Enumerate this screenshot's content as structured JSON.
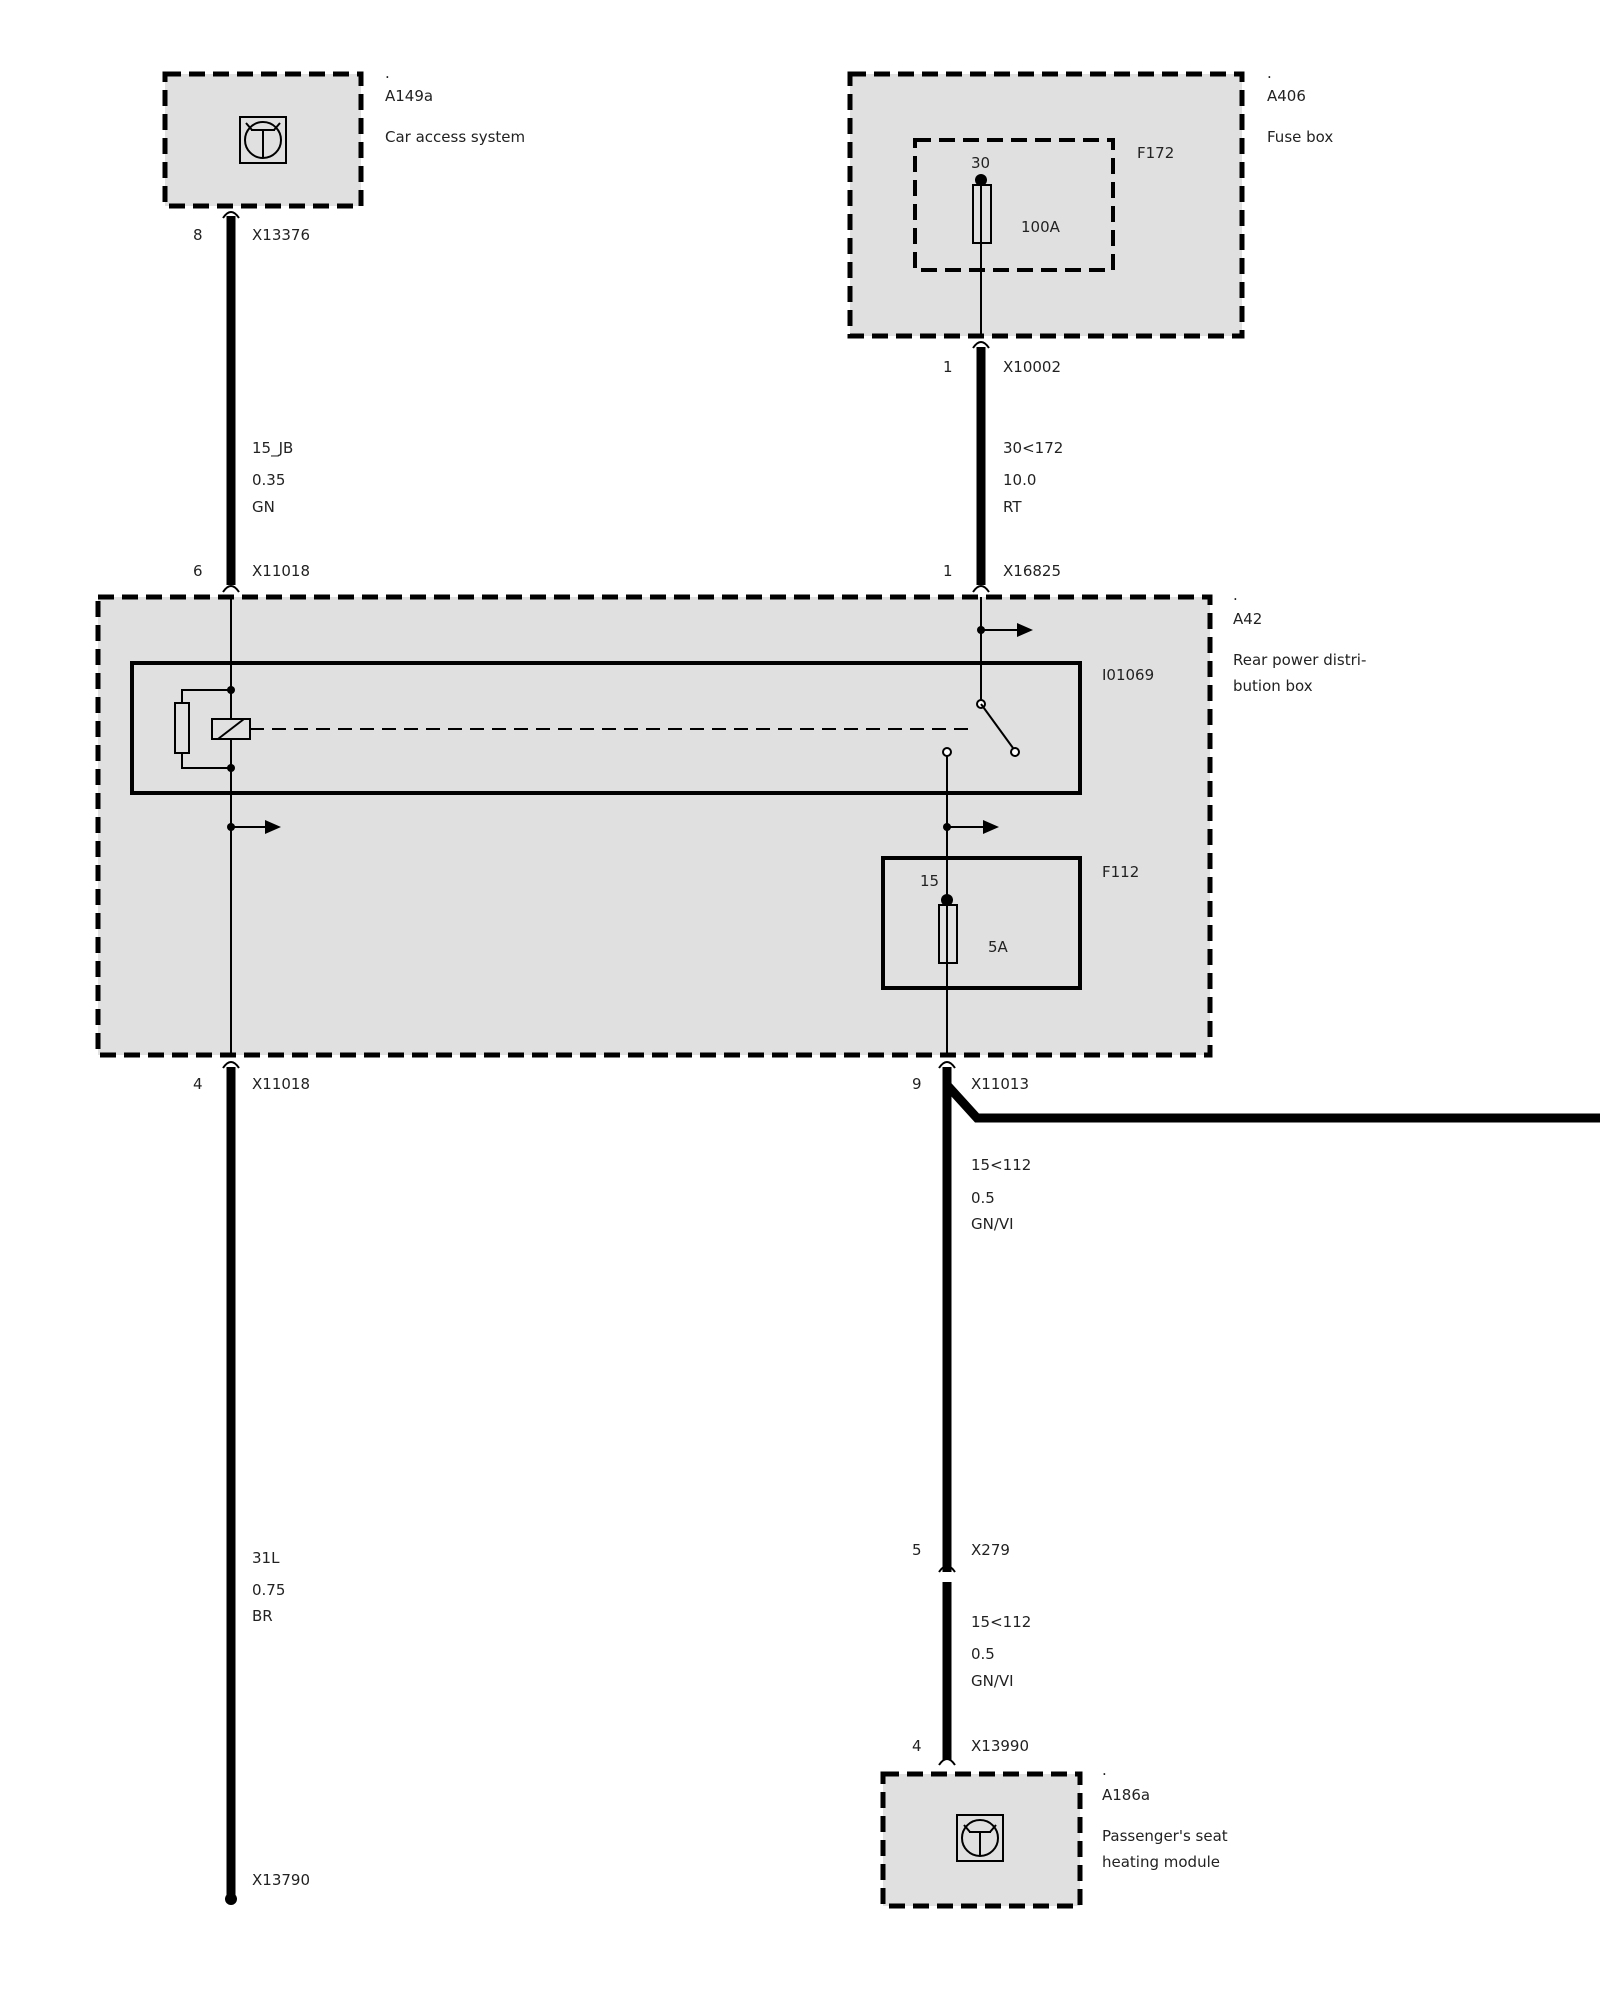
{
  "components": {
    "a149a": {
      "dot": ".",
      "id": "A149a",
      "name": "Car access system"
    },
    "a406": {
      "dot": ".",
      "id": "A406",
      "name": "Fuse box"
    },
    "f172": {
      "id": "F172",
      "pin": "30",
      "rating": "100A"
    },
    "a42": {
      "dot": ".",
      "id": "A42",
      "name_line1": "Rear power distri-",
      "name_line2": "bution box"
    },
    "i01069": {
      "id": "I01069"
    },
    "f112": {
      "id": "F112",
      "pin": "15",
      "rating": "5A"
    },
    "a186a": {
      "dot": ".",
      "id": "A186a",
      "name_line1": "Passenger's seat",
      "name_line2": "heating module"
    }
  },
  "connectors": {
    "x13376": {
      "pin": "8",
      "id": "X13376"
    },
    "x10002": {
      "pin": "1",
      "id": "X10002"
    },
    "x11018_top": {
      "pin": "6",
      "id": "X11018"
    },
    "x16825": {
      "pin": "1",
      "id": "X16825"
    },
    "x11018_bottom": {
      "pin": "4",
      "id": "X11018"
    },
    "x11013": {
      "pin": "9",
      "id": "X11013"
    },
    "x279": {
      "pin": "5",
      "id": "X279"
    },
    "x13990": {
      "pin": "4",
      "id": "X13990"
    },
    "x13790": {
      "id": "X13790"
    }
  },
  "wires": {
    "w1": {
      "signal": "15_JB",
      "gauge": "0.35",
      "color": "GN"
    },
    "w2": {
      "signal": "30<172",
      "gauge": "10.0",
      "color": "RT"
    },
    "w3": {
      "signal": "31L",
      "gauge": "0.75",
      "color": "BR"
    },
    "w4": {
      "signal": "15<112",
      "gauge": "0.5",
      "color": "GN/VI"
    },
    "w5": {
      "signal": "15<112",
      "gauge": "0.5",
      "color": "GN/VI"
    }
  }
}
